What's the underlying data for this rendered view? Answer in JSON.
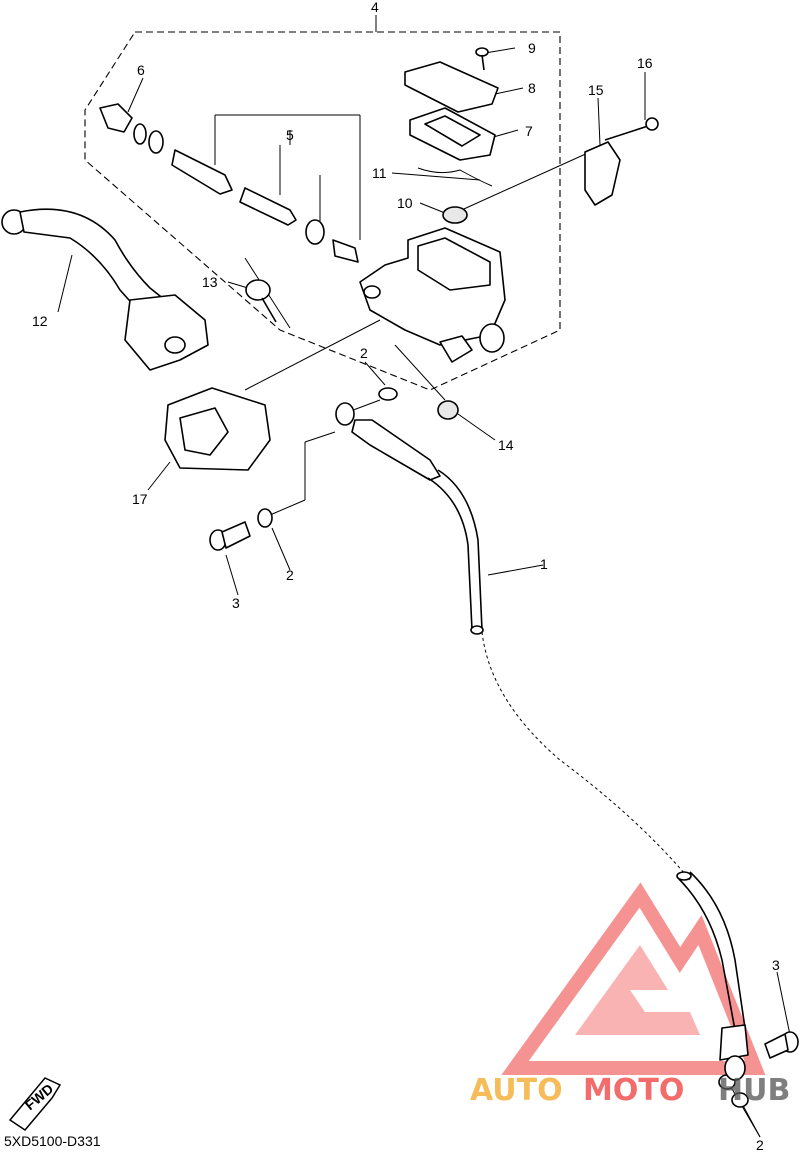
{
  "diagram": {
    "code": "5XD5100-D331",
    "fwd_label": "FWD",
    "watermark": {
      "text_a": "AUTO",
      "text_b": "MOTO",
      "text_c": "HUB",
      "color_orange": "#f5a623",
      "color_red": "#ee3b3b",
      "color_dark": "#555555"
    },
    "callouts": [
      {
        "id": "c1",
        "label": "1"
      },
      {
        "id": "c2a",
        "label": "2"
      },
      {
        "id": "c2b",
        "label": "2"
      },
      {
        "id": "c2c",
        "label": "2"
      },
      {
        "id": "c3a",
        "label": "3"
      },
      {
        "id": "c3b",
        "label": "3"
      },
      {
        "id": "c4",
        "label": "4"
      },
      {
        "id": "c5",
        "label": "5"
      },
      {
        "id": "c6",
        "label": "6"
      },
      {
        "id": "c7",
        "label": "7"
      },
      {
        "id": "c8",
        "label": "8"
      },
      {
        "id": "c9",
        "label": "9"
      },
      {
        "id": "c10",
        "label": "10"
      },
      {
        "id": "c11",
        "label": "11"
      },
      {
        "id": "c12",
        "label": "12"
      },
      {
        "id": "c13",
        "label": "13"
      },
      {
        "id": "c14",
        "label": "14"
      },
      {
        "id": "c15",
        "label": "15"
      },
      {
        "id": "c16",
        "label": "16"
      },
      {
        "id": "c17",
        "label": "17"
      }
    ]
  }
}
